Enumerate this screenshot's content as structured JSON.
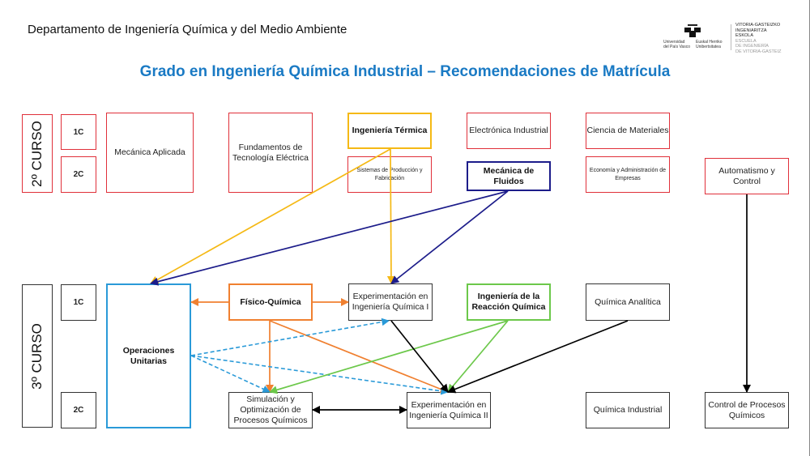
{
  "header": {
    "department": "Departamento de Ingeniería Química y del Medio Ambiente",
    "title": "Grado en Ingeniería Química Industrial – Recomendaciones de Matrícula"
  },
  "logo": {
    "university_line1": "Universidad",
    "university_line2": "del País Vasco",
    "basque_line1": "Euskal Herriko",
    "basque_line2": "Unibertsitatea",
    "school_eu_1": "VITORIA-GASTEIZKO",
    "school_eu_2": "INGENIARITZA",
    "school_eu_3": "ESKOLA",
    "school_es_1": "ESCUELA",
    "school_es_2": "DE INGENIERÍA",
    "school_es_3": "DE VITORIA-GASTEIZ"
  },
  "years": {
    "second": {
      "label": "2º CURSO",
      "sem1": "1C",
      "sem2": "2C"
    },
    "third": {
      "label": "3º CURSO",
      "sem1": "1C",
      "sem2": "2C"
    }
  },
  "courses": {
    "mecanica_aplicada": "Mecánica Aplicada",
    "fundamentos_tec_electrica": "Fundamentos de Tecnología Eléctrica",
    "ingenieria_termica": "Ingeniería Térmica",
    "sistemas_produccion": "Sistemas de Producción y Fabricación",
    "electronica_industrial": "Electrónica Industrial",
    "mecanica_fluidos": "Mecánica de Fluidos",
    "ciencia_materiales": "Ciencia de Materiales",
    "economia_administracion": "Economía y Administración de Empresas",
    "automatismo_control": "Automatismo y Control",
    "operaciones_unitarias": "Operaciones Unitarias",
    "fisico_quimica": "Físico-Química",
    "experimentacion_1": "Experimentación en Ingeniería Química I",
    "ingenieria_reaccion": "Ingeniería de la Reacción Química",
    "quimica_analitica": "Química Analítica",
    "simulacion_optimizacion": "Simulación y Optimización de Procesos Químicos",
    "experimentacion_2": "Experimentación en Ingeniería Química II",
    "quimica_industrial": "Química Industrial",
    "control_procesos": "Control de Procesos Químicos"
  },
  "colors": {
    "title": "#1a7ac4",
    "second_year_border": "#e0303a",
    "ingenieria_termica": "#f5b915",
    "mecanica_fluidos": "#1c1c8a",
    "fisico_quimica": "#f08030",
    "ingenieria_reaccion": "#6cc84a",
    "operaciones_unitarias": "#2a9ad8",
    "default_arrow": "#000000"
  },
  "dependencies": [
    {
      "from": "ingenieria_termica",
      "to": "operaciones_unitarias",
      "color": "ingenieria_termica",
      "style": "solid"
    },
    {
      "from": "ingenieria_termica",
      "to": "experimentacion_1",
      "color": "ingenieria_termica",
      "style": "solid"
    },
    {
      "from": "mecanica_fluidos",
      "to": "operaciones_unitarias",
      "color": "mecanica_fluidos",
      "style": "solid"
    },
    {
      "from": "mecanica_fluidos",
      "to": "experimentacion_1",
      "color": "mecanica_fluidos",
      "style": "solid"
    },
    {
      "from": "fisico_quimica",
      "to": "operaciones_unitarias",
      "color": "fisico_quimica",
      "style": "solid"
    },
    {
      "from": "fisico_quimica",
      "to": "experimentacion_1",
      "color": "fisico_quimica",
      "style": "solid"
    },
    {
      "from": "fisico_quimica",
      "to": "simulacion_optimizacion",
      "color": "fisico_quimica",
      "style": "solid"
    },
    {
      "from": "fisico_quimica",
      "to": "experimentacion_2",
      "color": "fisico_quimica",
      "style": "solid"
    },
    {
      "from": "operaciones_unitarias",
      "to": "experimentacion_1",
      "color": "operaciones_unitarias",
      "style": "dashed"
    },
    {
      "from": "operaciones_unitarias",
      "to": "simulacion_optimizacion",
      "color": "operaciones_unitarias",
      "style": "dashed"
    },
    {
      "from": "operaciones_unitarias",
      "to": "experimentacion_2",
      "color": "operaciones_unitarias",
      "style": "dashed"
    },
    {
      "from": "ingenieria_reaccion",
      "to": "simulacion_optimizacion",
      "color": "ingenieria_reaccion",
      "style": "solid"
    },
    {
      "from": "ingenieria_reaccion",
      "to": "experimentacion_2",
      "color": "ingenieria_reaccion",
      "style": "solid"
    },
    {
      "from": "experimentacion_1",
      "to": "experimentacion_2",
      "color": "default_arrow",
      "style": "solid"
    },
    {
      "from": "quimica_analitica",
      "to": "experimentacion_2",
      "color": "default_arrow",
      "style": "solid"
    },
    {
      "from": "simulacion_optimizacion",
      "to": "experimentacion_2",
      "color": "default_arrow",
      "style": "solid",
      "bidirectional": true
    },
    {
      "from": "automatismo_control",
      "to": "control_procesos",
      "color": "default_arrow",
      "style": "solid"
    }
  ]
}
